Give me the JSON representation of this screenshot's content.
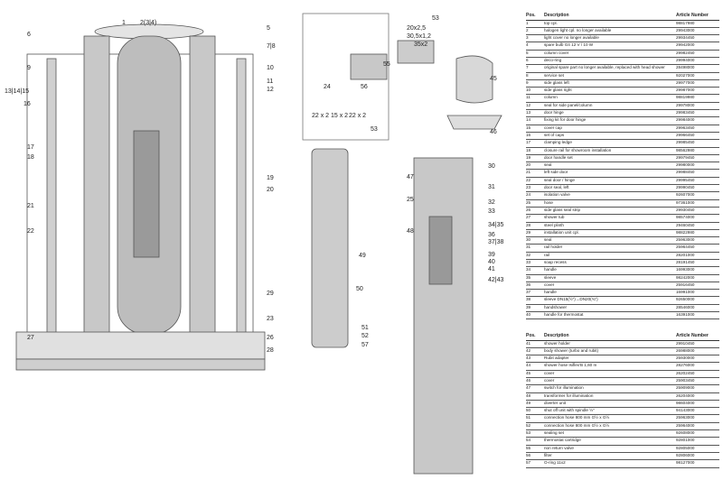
{
  "callouts_main": [
    "1",
    "2(3|4)",
    "5",
    "6",
    "7|8",
    "9",
    "10",
    "11",
    "12",
    "13|14|15",
    "16",
    "17",
    "18",
    "19",
    "20",
    "21",
    "22",
    "23",
    "26",
    "27",
    "28",
    "29"
  ],
  "callouts_detail": [
    "53",
    "24",
    "55",
    "56",
    "45",
    "46",
    "22 x 2",
    "15 x 2",
    "22 x 2",
    "20x2,5",
    "30,5x1,2",
    "35x2",
    "53",
    "47",
    "25",
    "48",
    "49",
    "50",
    "51",
    "52",
    "57",
    "30",
    "31",
    "32",
    "33",
    "34|35",
    "36",
    "37|38",
    "39",
    "40",
    "41",
    "42|43"
  ],
  "table": {
    "headers": [
      "Pos.",
      "Description",
      "Article Number"
    ],
    "rows_a": [
      [
        "1",
        "top cpl.",
        "98817980"
      ],
      [
        "2",
        "halogen light cpl. no longer available",
        "29943000"
      ],
      [
        "3",
        "light cover no longer available",
        "29934450"
      ],
      [
        "4",
        "spare bulb G4 12 V / 10 W",
        "29942000"
      ],
      [
        "5",
        "column cover",
        "29982450"
      ],
      [
        "6",
        "deco-ring",
        "29994000"
      ],
      [
        "7",
        "original spare part no longer available, replaced with head shower",
        "28498000"
      ],
      [
        "8",
        "service set",
        "92027000"
      ],
      [
        "9",
        "side glass left",
        "29977000"
      ],
      [
        "10",
        "side glass right",
        "29987000"
      ],
      [
        "11",
        "column",
        "98819980"
      ],
      [
        "12",
        "seal for side panel/column",
        "29978000"
      ],
      [
        "13",
        "door hinge",
        "29983450"
      ],
      [
        "14",
        "fixing kit for door hinge",
        "29984000"
      ],
      [
        "15",
        "cover cap",
        "29963450"
      ],
      [
        "16",
        "set of caps",
        "29966450"
      ],
      [
        "17",
        "clamping ledge",
        "29985450"
      ],
      [
        "18",
        "closure rail for showroom installation",
        "98562980"
      ],
      [
        "19",
        "door handle set",
        "29979450"
      ],
      [
        "20",
        "seal",
        "29980000"
      ],
      [
        "21",
        "left side door",
        "29988450"
      ],
      [
        "22",
        "seal door / hinge",
        "29995450"
      ],
      [
        "23",
        "door seal, left",
        "29990450"
      ],
      [
        "24",
        "isolation valve",
        "92607000"
      ],
      [
        "25",
        "hose",
        "97361000"
      ],
      [
        "26",
        "side glass seal strip",
        "29930450"
      ],
      [
        "27",
        "shower tub",
        "98574000"
      ],
      [
        "28",
        "steel plinth",
        "29460450"
      ],
      [
        "29",
        "installation unit cpl.",
        "98822980"
      ],
      [
        "30",
        "seal",
        "25963000"
      ],
      [
        "31",
        "rail holder",
        "25964450"
      ],
      [
        "32",
        "rail",
        "28201000"
      ],
      [
        "33",
        "soap recess",
        "28191450"
      ],
      [
        "34",
        "handle",
        "16993000"
      ],
      [
        "35",
        "sleeve",
        "98242000"
      ],
      [
        "36",
        "cover",
        "25916450"
      ],
      [
        "37",
        "handle",
        "16991000"
      ],
      [
        "38",
        "sleeve DN15(½\")→DN20(¾\")",
        "92650000"
      ],
      [
        "39",
        "handshower",
        "28546000"
      ],
      [
        "40",
        "handle for thermostat",
        "16391000"
      ]
    ],
    "rows_b": [
      [
        "41",
        "shower holder",
        "29910450"
      ],
      [
        "42",
        "body shower (turbo and rubit)",
        "26988000"
      ],
      [
        "43",
        "Rubit adapter",
        "25930000"
      ],
      [
        "44",
        "shower hose Isiflex'B 1,60 m",
        "28276000"
      ],
      [
        "45",
        "cover",
        "26202450"
      ],
      [
        "46",
        "cover",
        "25903450"
      ],
      [
        "47",
        "switch for illumination",
        "25909000"
      ],
      [
        "48",
        "transformer for illumination",
        "26204000"
      ],
      [
        "49",
        "diverter unit",
        "98604000"
      ],
      [
        "50",
        "shut off unit with spindle ½\"",
        "94143000"
      ],
      [
        "51",
        "connection hose 800 mm  G½ x G½",
        "25963000"
      ],
      [
        "52",
        "connection hose 800 mm  G½ x G½",
        "25964000"
      ],
      [
        "53",
        "sealing set",
        "92608000"
      ],
      [
        "54",
        "thermostat cartridge",
        "92801000"
      ],
      [
        "55",
        "non return valve",
        "92805000"
      ],
      [
        "56",
        "filter",
        "92806000"
      ],
      [
        "57",
        "O-ring 11x2",
        "98127000"
      ]
    ]
  }
}
